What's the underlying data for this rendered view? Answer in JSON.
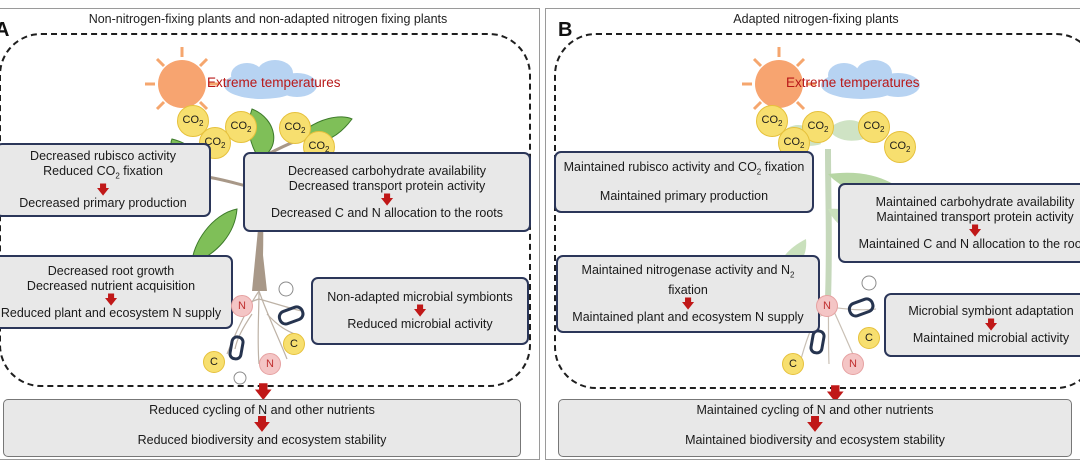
{
  "panel_a": {
    "title": "Non-nitrogen-fixing plants and non-adapted nitrogen fixing plants",
    "label": "A",
    "extreme": "Extreme temperatures",
    "co2_main": "CO",
    "co2_sub": "2",
    "box1": {
      "l1": "Decreased rubisco activity",
      "l2": "Reduced CO",
      "l2_sub": "2",
      "l2_tail": " fixation",
      "l3": "Decreased primary production"
    },
    "box2": {
      "l1": "Decreased carbohydrate availability",
      "l2": "Decreased transport protein activity",
      "l3": "Decreased C and N allocation to the roots"
    },
    "box3": {
      "l1": "Decreased root growth",
      "l2": "Decreased nutrient acquisition",
      "l3": "Reduced plant and ecosystem N supply"
    },
    "box4": {
      "l1": "Non-adapted microbial symbionts",
      "l2": "Reduced microbial activity"
    },
    "bottom": {
      "l1": "Reduced cycling of N and other nutrients",
      "l2": "Reduced biodiversity and ecosystem stability"
    }
  },
  "panel_b": {
    "title": "Adapted nitrogen-fixing plants",
    "label": "B",
    "extreme": "Extreme temperatures",
    "co2_main": "CO",
    "co2_sub": "2",
    "box1": {
      "l1": "Maintained rubisco activity and CO",
      "l1_sub": "2",
      "l1_tail": " fixation",
      "l2": "Maintained primary production"
    },
    "box2": {
      "l1": "Maintained carbohydrate availability",
      "l2": "Maintained transport protein activity",
      "l3": "Maintained C and N allocation to the roots"
    },
    "box3": {
      "l1": "Maintained nitrogenase activity and N",
      "l1_sub": "2",
      "l1b": "fixation",
      "l2": "Maintained plant and ecosystem N supply"
    },
    "box4": {
      "l1": "Microbial symbiont adaptation",
      "l2": "Maintained microbial activity"
    },
    "bottom": {
      "l1": "Maintained cycling of N and other nutrients",
      "l2": "Maintained biodiversity and ecosystem stability"
    }
  },
  "nutrient_c": "C",
  "nutrient_n": "N",
  "arrow_glyph": "🡇",
  "colors": {
    "accent_red": "#c01818",
    "box_border": "#2b3659",
    "box_fill": "#e8e8e8",
    "co2_fill": "#f7df6f",
    "n_fill": "#f4c5c5",
    "leaf_green": "#7fbf58",
    "stem_brown": "#a89888"
  }
}
